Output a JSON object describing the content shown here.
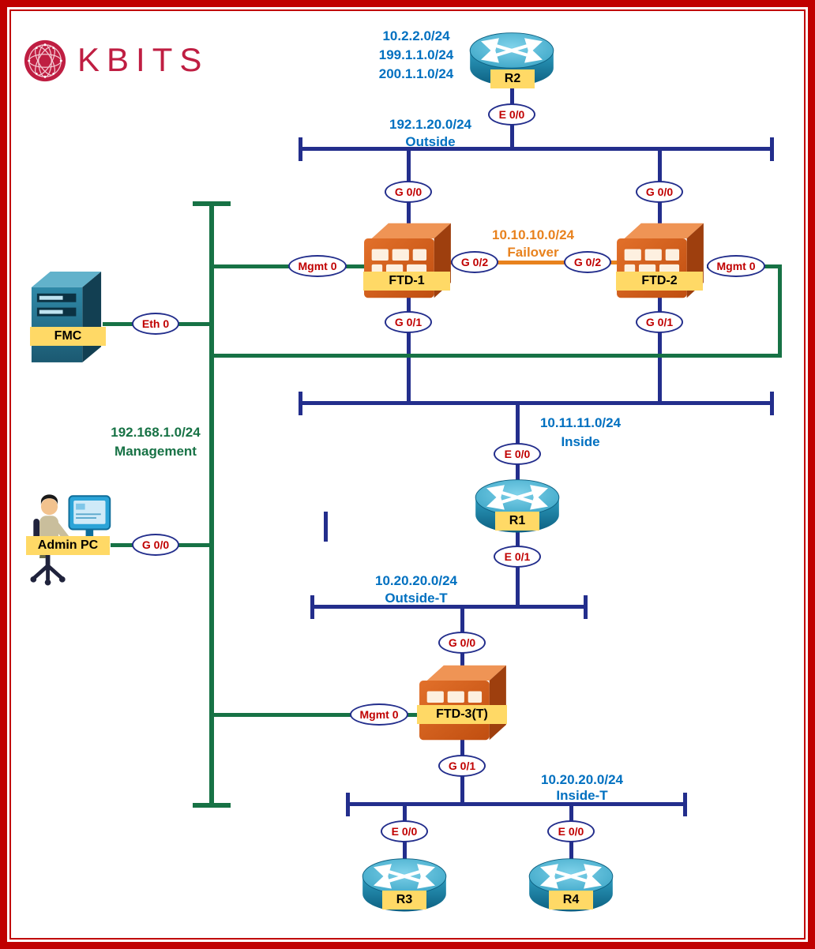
{
  "logo": {
    "text": "KBITS"
  },
  "colors": {
    "frame-red": "#c00000",
    "logo-red": "#bf1e42",
    "navy": "#232e8c",
    "green": "#177245",
    "orange": "#e8821e",
    "blue-text": "#0070c0",
    "red-text": "#c00000",
    "badge-bg": "#ffd966"
  },
  "nodes": {
    "r2": {
      "label": "R2",
      "networks": [
        "10.2.2.0/24",
        "199.1.1.0/24",
        "200.1.1.0/24"
      ]
    },
    "ftd1": {
      "label": "FTD-1"
    },
    "ftd2": {
      "label": "FTD-2"
    },
    "fmc": {
      "label": "FMC"
    },
    "admin_pc": {
      "label": "Admin PC"
    },
    "r1": {
      "label": "R1"
    },
    "ftd3": {
      "label": "FTD-3(T)"
    },
    "r3": {
      "label": "R3"
    },
    "r4": {
      "label": "R4"
    }
  },
  "segments": {
    "outside": {
      "subnet": "192.1.20.0/24",
      "name": "Outside"
    },
    "failover": {
      "subnet": "10.10.10.0/24",
      "name": "Failover"
    },
    "management": {
      "subnet": "192.168.1.0/24",
      "name": "Management"
    },
    "inside": {
      "subnet": "10.11.11.0/24",
      "name": "Inside"
    },
    "outside_t": {
      "subnet": "10.20.20.0/24",
      "name": "Outside-T"
    },
    "inside_t": {
      "subnet": "10.20.20.0/24",
      "name": "Inside-T"
    }
  },
  "interfaces": {
    "r2_e00": "E 0/0",
    "ftd1_g00": "G 0/0",
    "ftd2_g00": "G 0/0",
    "ftd1_g02": "G 0/2",
    "ftd2_g02": "G 0/2",
    "ftd1_mgmt0": "Mgmt 0",
    "ftd2_mgmt0": "Mgmt 0",
    "ftd1_g01": "G 0/1",
    "ftd2_g01": "G 0/1",
    "fmc_eth0": "Eth 0",
    "admin_pc_g00": "G 0/0",
    "r1_e00": "E 0/0",
    "r1_e01": "E 0/1",
    "ftd3_g00": "G 0/0",
    "ftd3_mgmt0": "Mgmt 0",
    "ftd3_g01": "G 0/1",
    "r3_e00": "E 0/0",
    "r4_e00": "E 0/0"
  }
}
